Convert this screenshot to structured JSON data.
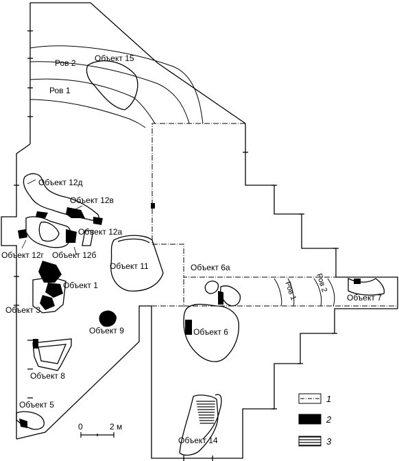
{
  "objects": {
    "obj15": "Объект 15",
    "obj12d": "Объект 12д",
    "obj12v": "Объект 12в",
    "obj12a": "Объект 12а",
    "obj12g": "Объект 12г",
    "obj12b": "Объект 12б",
    "obj11": "Объект 11",
    "obj6a": "Объект 6а",
    "obj1": "Объект 1",
    "obj3": "Объект 3",
    "obj9": "Объект 9",
    "obj6": "Объект 6",
    "obj7": "Объект 7",
    "obj8": "Объект 8",
    "obj5": "Объект 5",
    "obj14": "Объект 14"
  },
  "ditches": {
    "rov2": "Ров 2",
    "rov1": "Ров 1",
    "rov1_east": "Ров 1",
    "rov2_east": "Ров 2"
  },
  "scale": {
    "zero": "0",
    "two_m": "2 м"
  },
  "legend": [
    {
      "key": "1",
      "meaning": "dash-dot-boundary"
    },
    {
      "key": "2",
      "meaning": "black-fill"
    },
    {
      "key": "3",
      "meaning": "horizontal-hatch"
    }
  ],
  "colors": {
    "ink": "#000000",
    "paper": "#ffffff"
  }
}
